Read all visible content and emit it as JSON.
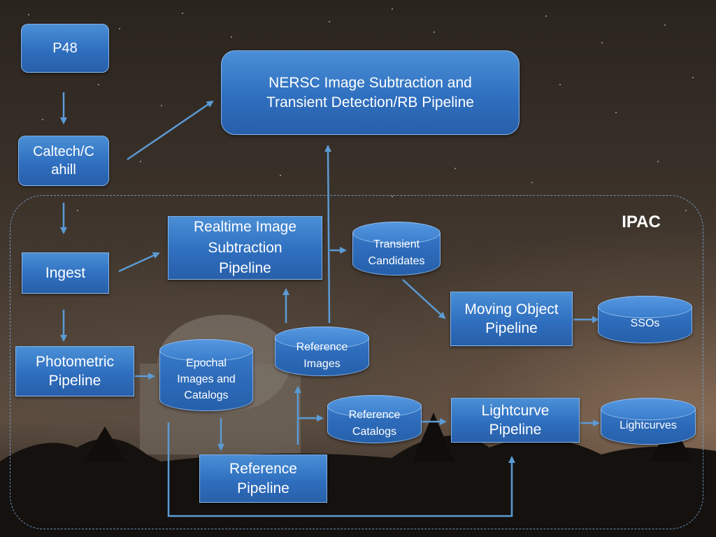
{
  "background": {
    "description_colors": {
      "sky": "#3a3129",
      "horizon_glow": "#9a7a5f",
      "ground": "#1a1612"
    }
  },
  "colors": {
    "box_fill": "#2f6fbf",
    "box_border": "#a0c8f5",
    "arrow": "#5b9bd5",
    "text": "#ffffff"
  },
  "nodes": {
    "p48": "P48",
    "caltech": "Caltech/C\nahill",
    "nersc": "NERSC Image Subtraction and\nTransient Detection/RB Pipeline",
    "ingest": "Ingest",
    "realtime": "Realtime Image\nSubtraction\nPipeline",
    "transient": "Transient\nCandidates",
    "moving": "Moving Object\nPipeline",
    "ssos": "SSOs",
    "photometric": "Photometric\nPipeline",
    "epochal": "Epochal\nImages and\nCatalogs",
    "ref_images": "Reference\nImages",
    "ref_catalogs": "Reference\nCatalogs",
    "lightcurve": "Lightcurve\nPipeline",
    "lightcurves": "Lightcurves",
    "ref_pipeline": "Reference\nPipeline"
  },
  "region": {
    "label": "IPAC"
  }
}
